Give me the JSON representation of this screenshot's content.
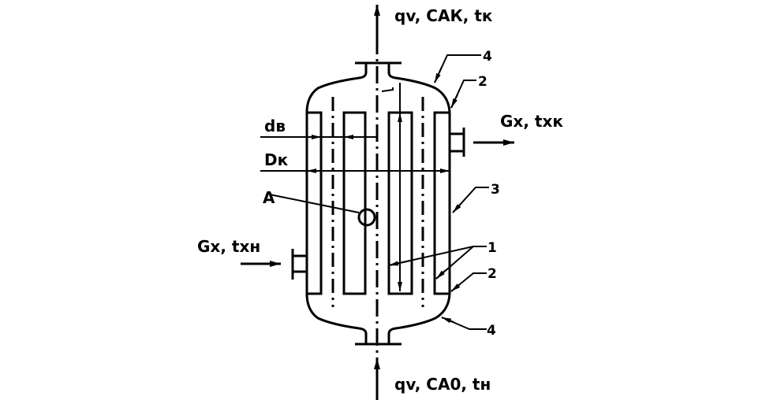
{
  "labels": {
    "top_flow": "qv, CАК, tк",
    "bottom_flow": "qv, CА0, tн",
    "coolant_out": "Gx, tхк",
    "coolant_in": "Gx, tхн",
    "inner_diameter": "dв",
    "shell_diameter": "Dк",
    "detail": "A"
  },
  "callouts": {
    "head_top": "4",
    "tube_sheet_top": "2",
    "shell": "3",
    "tubes": "1",
    "tube_sheet_bottom": "2",
    "head_bottom": "4"
  }
}
